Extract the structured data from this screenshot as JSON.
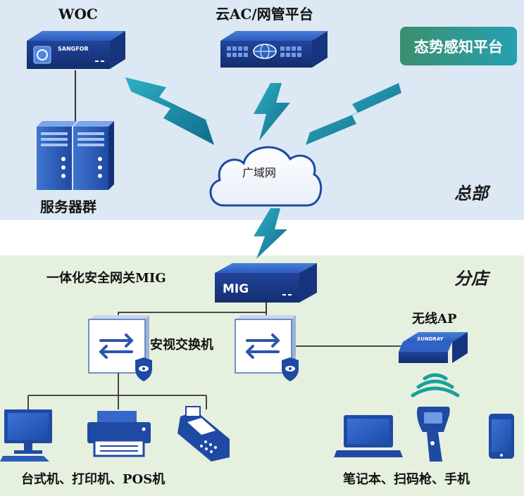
{
  "labels": {
    "woc": "WOC",
    "cloud_ac": "云AC/网管平台",
    "situational": "态势感知平台",
    "servers": "服务器群",
    "wan": "广域网",
    "hq": "总部",
    "mig": "一体化安全网关MIG",
    "branch": "分店",
    "switch": "安视交换机",
    "wireless_ap": "无线AP",
    "devices_left": "台式机、打印机、POS机",
    "devices_right": "笔记本、扫码枪、手机"
  },
  "device_text": {
    "woc_brand": "SANGFOR",
    "mig_brand": "MIG",
    "ap_brand": "SUNDRAY"
  },
  "colors": {
    "hq_background": "#dce8f3",
    "branch_background": "#e6f0df",
    "device_blue": "#1f4aa3",
    "bolt": "#1f8aa4",
    "badge_start": "#3b8f6f",
    "badge_end": "#27a0b0"
  }
}
